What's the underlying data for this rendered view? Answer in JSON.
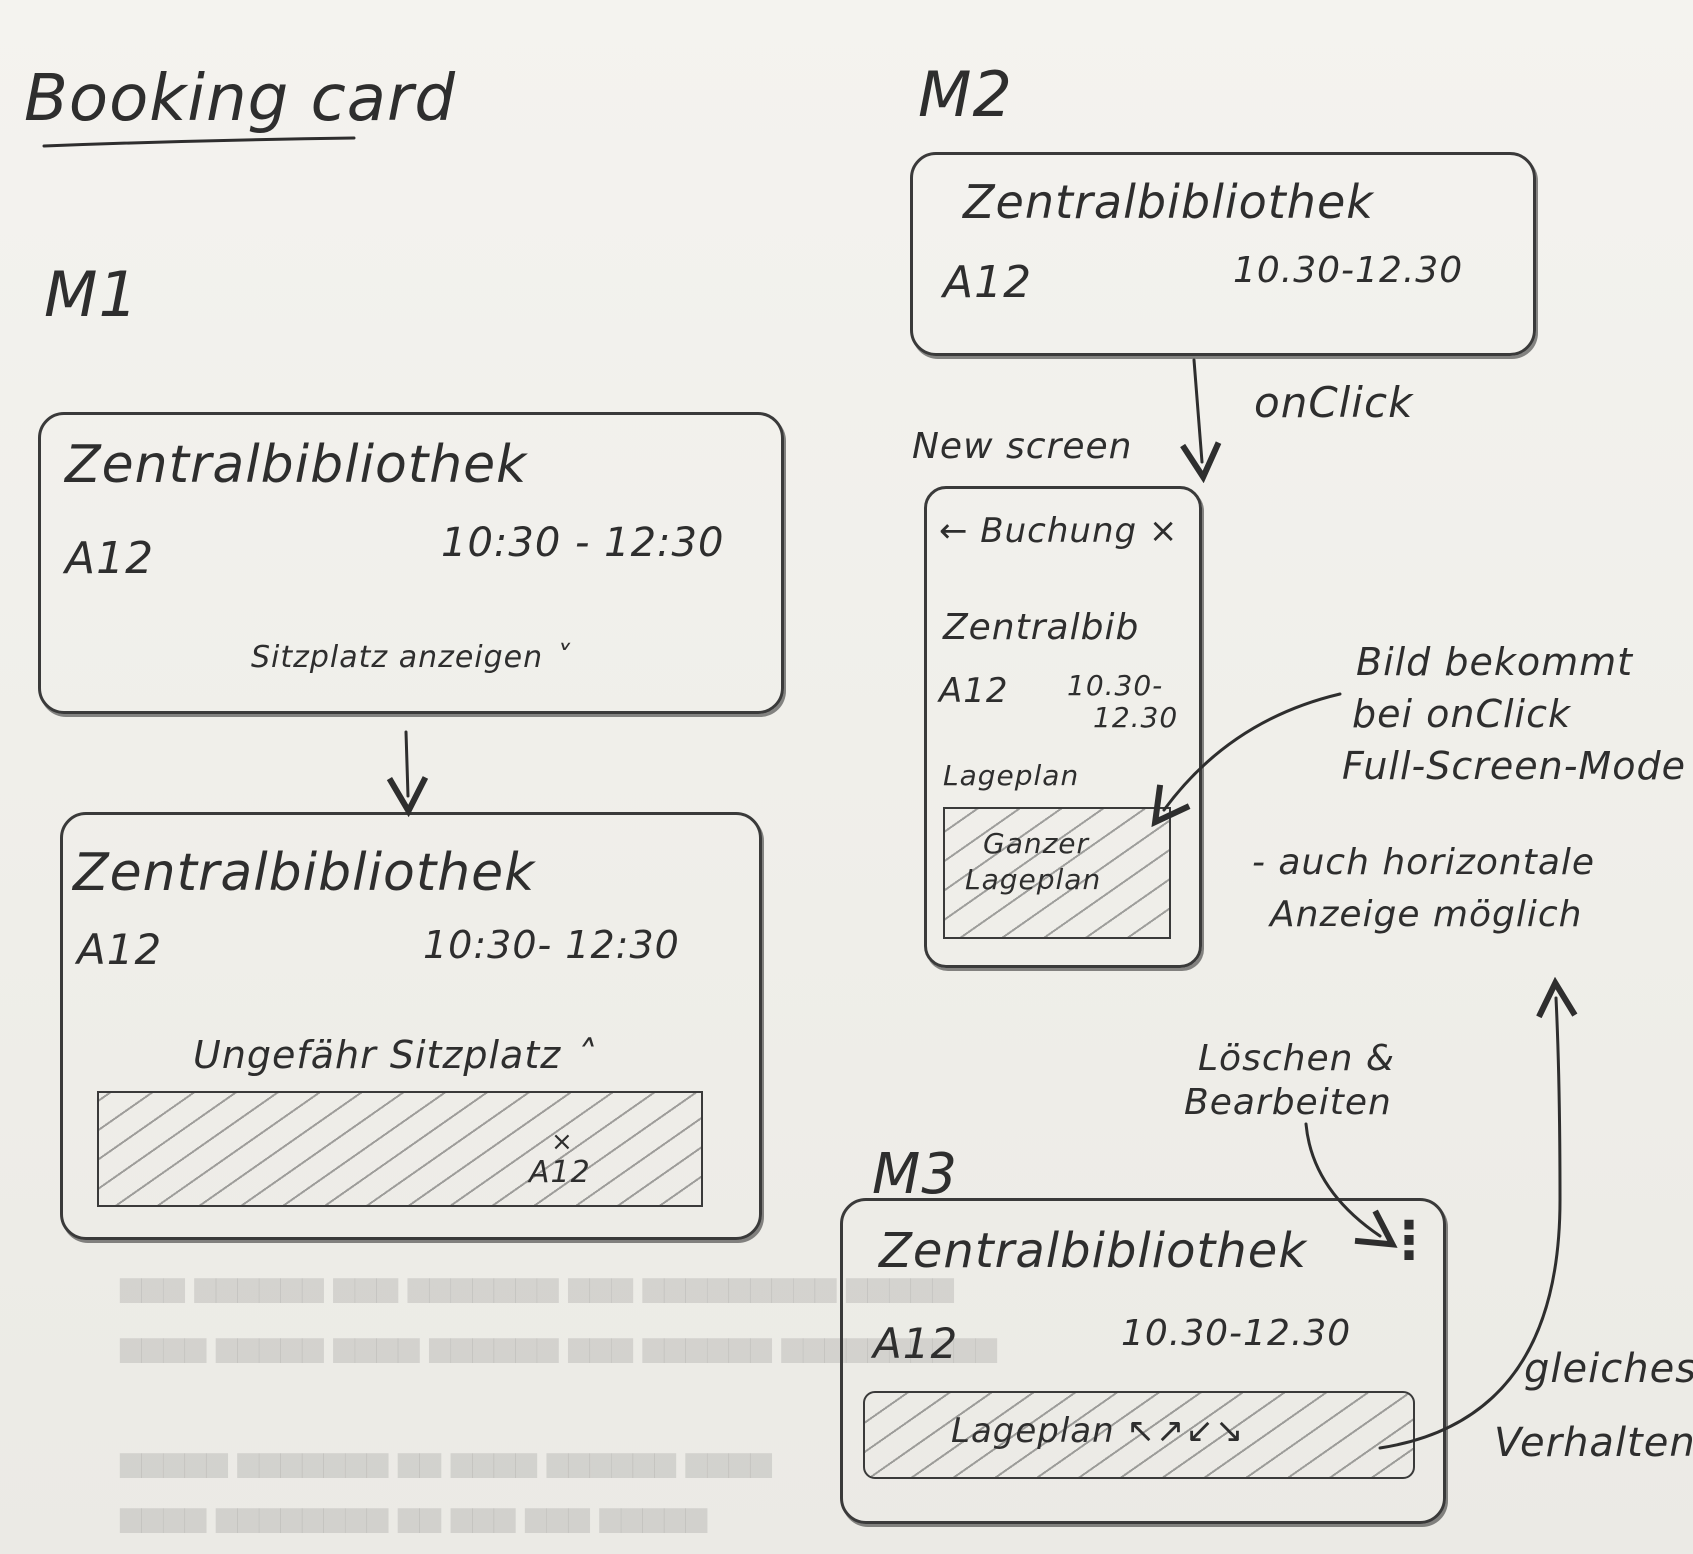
{
  "title": "Booking card",
  "sections": {
    "m1": {
      "label": "M1",
      "card_collapsed": {
        "name": "Zentralbibliothek",
        "seat": "A12",
        "time": "10:30 - 12:30",
        "toggle": "Sitzplatz anzeigen ˅"
      },
      "card_expanded": {
        "name": "Zentralbibliothek",
        "seat": "A12",
        "time": "10:30- 12:30",
        "toggle": "Ungefähr Sitzplatz ˄",
        "map_marker": "A12"
      }
    },
    "m2": {
      "label": "M2",
      "card": {
        "name": "Zentralbibliothek",
        "seat": "A12",
        "time": "10.30-12.30"
      },
      "arrow_label": "onClick",
      "new_screen_label": "New screen",
      "screen": {
        "header": "← Buchung ×",
        "name": "Zentralbib",
        "seat": "A12",
        "time_line1": "10.30-",
        "time_line2": "12.30",
        "map_label": "Lageplan",
        "map_placeholder_line1": "Ganzer",
        "map_placeholder_line2": "Lageplan"
      },
      "note1_line1": "Bild bekommt",
      "note1_line2": "bei onClick",
      "note1_line3": "Full-Screen-Mode",
      "note2_line1": "- auch horizontale",
      "note2_line2": "Anzeige möglich"
    },
    "m3": {
      "label": "M3",
      "card": {
        "name": "Zentralbibliothek",
        "menu_icon": "⋮",
        "seat": "A12",
        "time": "10.30-12.30",
        "map_label": "Lageplan ↖↗↙↘"
      },
      "note_delete_line1": "Löschen &",
      "note_delete_line2": "Bearbeiten",
      "note_same_line1": "gleiches",
      "note_same_line2": "Verhalten"
    }
  }
}
